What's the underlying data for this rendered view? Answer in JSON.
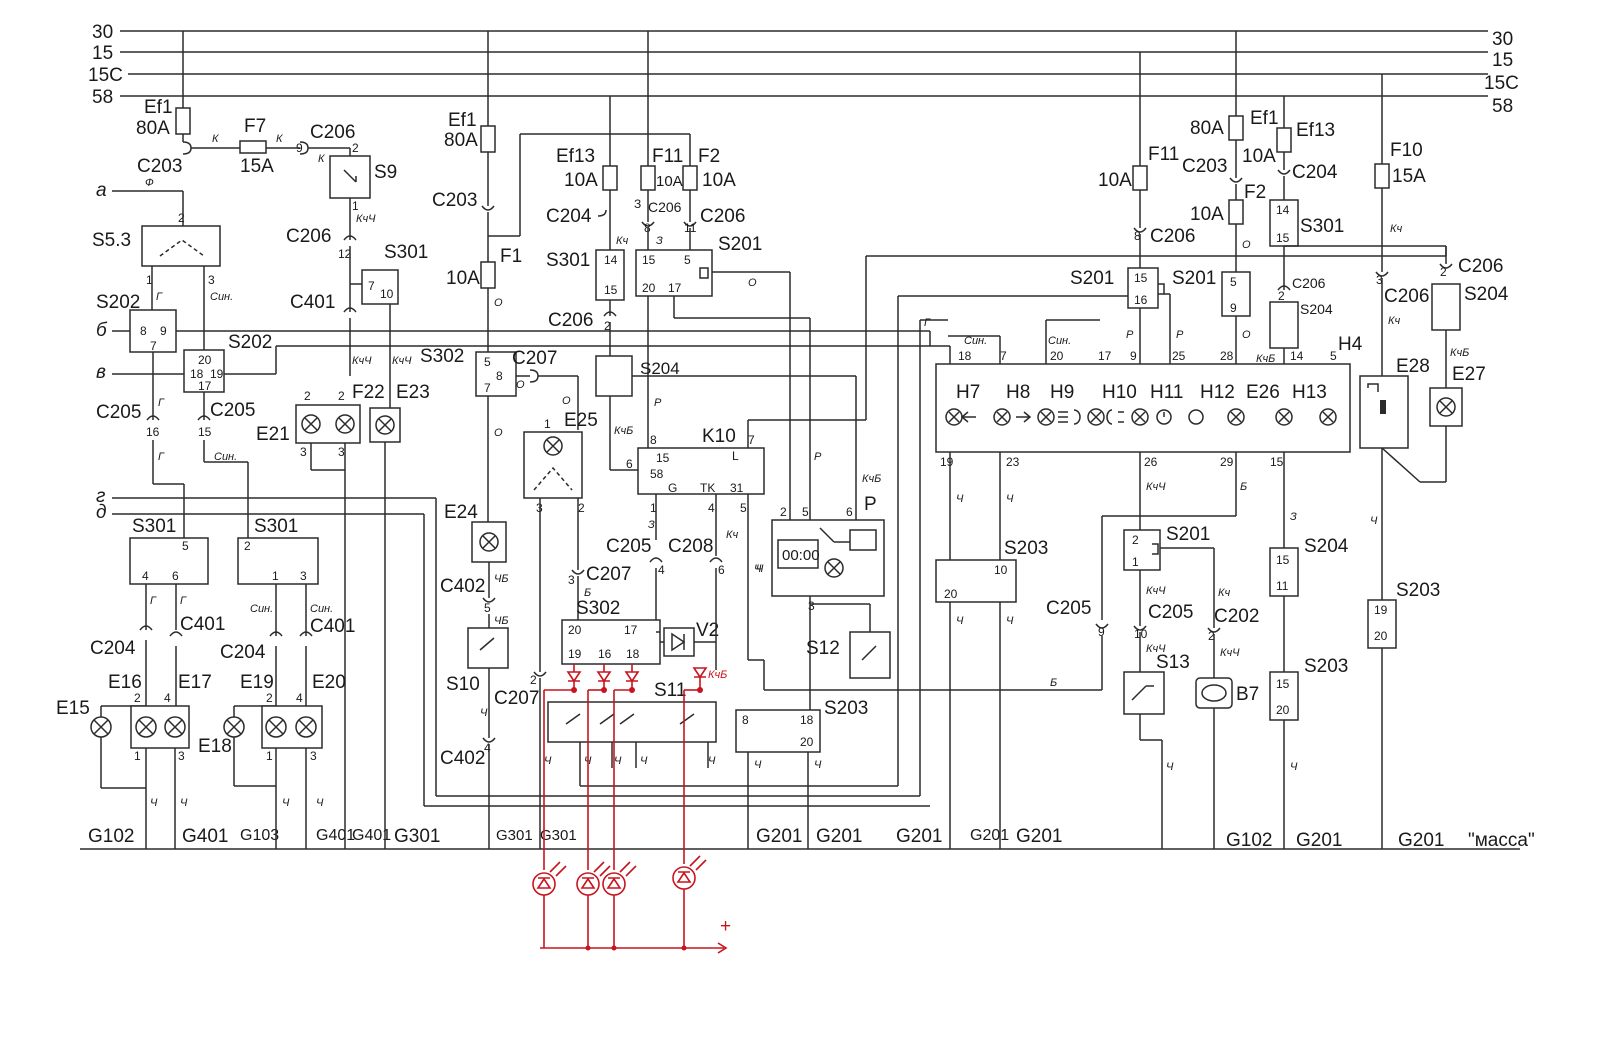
{
  "bus": {
    "labels_left": [
      "30",
      "15",
      "15C",
      "58"
    ],
    "labels_right": [
      "30",
      "15",
      "15C",
      "58"
    ]
  },
  "inputs": {
    "a": "а",
    "b": "б",
    "v": "в",
    "g": "г",
    "d": "д",
    "a_wire": "Ф"
  },
  "fuses": {
    "ef1_a_name": "Ef1",
    "ef1_a_rating": "80A",
    "ef1_b_name": "Ef1",
    "ef1_b_rating": "80A",
    "ef1_c_name": "Ef1",
    "ef1_c_rating": "80A",
    "f7_name": "F7",
    "f7_rating": "15A",
    "f1_name": "F1",
    "f1_rating": "10A",
    "ef13_a_name": "Ef13",
    "ef13_a_rating": "10A",
    "f11_a_name": "F11",
    "f11_a_rating": "10A",
    "f2_a_name": "F2",
    "f2_a_rating": "10A",
    "f11_b_name": "F11",
    "f11_b_rating": "10A",
    "ef13_b_name": "Ef13",
    "ef13_b_rating": "10A",
    "f2_b_name": "F2",
    "f2_b_rating": "10A",
    "f10_name": "F10",
    "f10_rating": "15A",
    "f22_name": "F22"
  },
  "connectors": {
    "c203": "C203",
    "c206": "C206",
    "c401": "C401",
    "c204": "C204",
    "c205": "C205",
    "c207": "C207",
    "c208": "C208",
    "c402": "C402",
    "c202": "C202"
  },
  "switches": {
    "s53": "S5.3",
    "s202": "S202",
    "s9": "S9",
    "s301": "S301",
    "s302": "S302",
    "s201": "S201",
    "s204": "S204",
    "s203": "S203",
    "s10": "S10",
    "s11": "S11",
    "s12": "S12",
    "s13": "S13"
  },
  "lamps": {
    "e15": "E15",
    "e16": "E16",
    "e17": "E17",
    "e18": "E18",
    "e19": "E19",
    "e20": "E20",
    "e21": "E21",
    "e23": "E23",
    "e24": "E24",
    "e25": "E25",
    "e26": "E26",
    "e27": "E27",
    "e28": "E28",
    "h4": "H4",
    "h7": "H7",
    "h8": "H8",
    "h9": "H9",
    "h10": "H10",
    "h11": "H11",
    "h12": "H12",
    "h13": "H13"
  },
  "other": {
    "k10": "K10",
    "relay_p": "P",
    "v2": "V2",
    "b7": "B7",
    "clock": "00:00",
    "plus": "+"
  },
  "grounds": {
    "g102": "G102",
    "g401": "G401",
    "g103": "G103",
    "g301": "G301",
    "g201": "G201",
    "mass": "\"масса\""
  },
  "wire_colors": {
    "k": "К",
    "kch": "КчЧ",
    "kch2": "Кч",
    "kchb": "КчБ",
    "g": "Г",
    "sin": "Син.",
    "o": "О",
    "r": "Р",
    "ch": "Ч",
    "chb": "ЧБ",
    "b": "Б",
    "z": "З"
  },
  "pins": {
    "n2": "2",
    "n1": "1",
    "n3": "3",
    "n4": "4",
    "n5": "5",
    "n6": "6",
    "n7": "7",
    "n8": "8",
    "n9": "9",
    "n10": "10",
    "n11": "11",
    "n12": "12",
    "n14": "14",
    "n15": "15",
    "n16": "16",
    "n17": "17",
    "n18": "18",
    "n19": "19",
    "n20": "20",
    "n23": "23",
    "n25": "25",
    "n26": "26",
    "n28": "28",
    "n29": "29",
    "n31": "31",
    "g_pin": "G",
    "tk_pin": "TK",
    "l_pin": "L",
    "n58": "58"
  },
  "colors": {
    "ink": "#2b2b2b",
    "added_circuit": "#c8141e"
  }
}
